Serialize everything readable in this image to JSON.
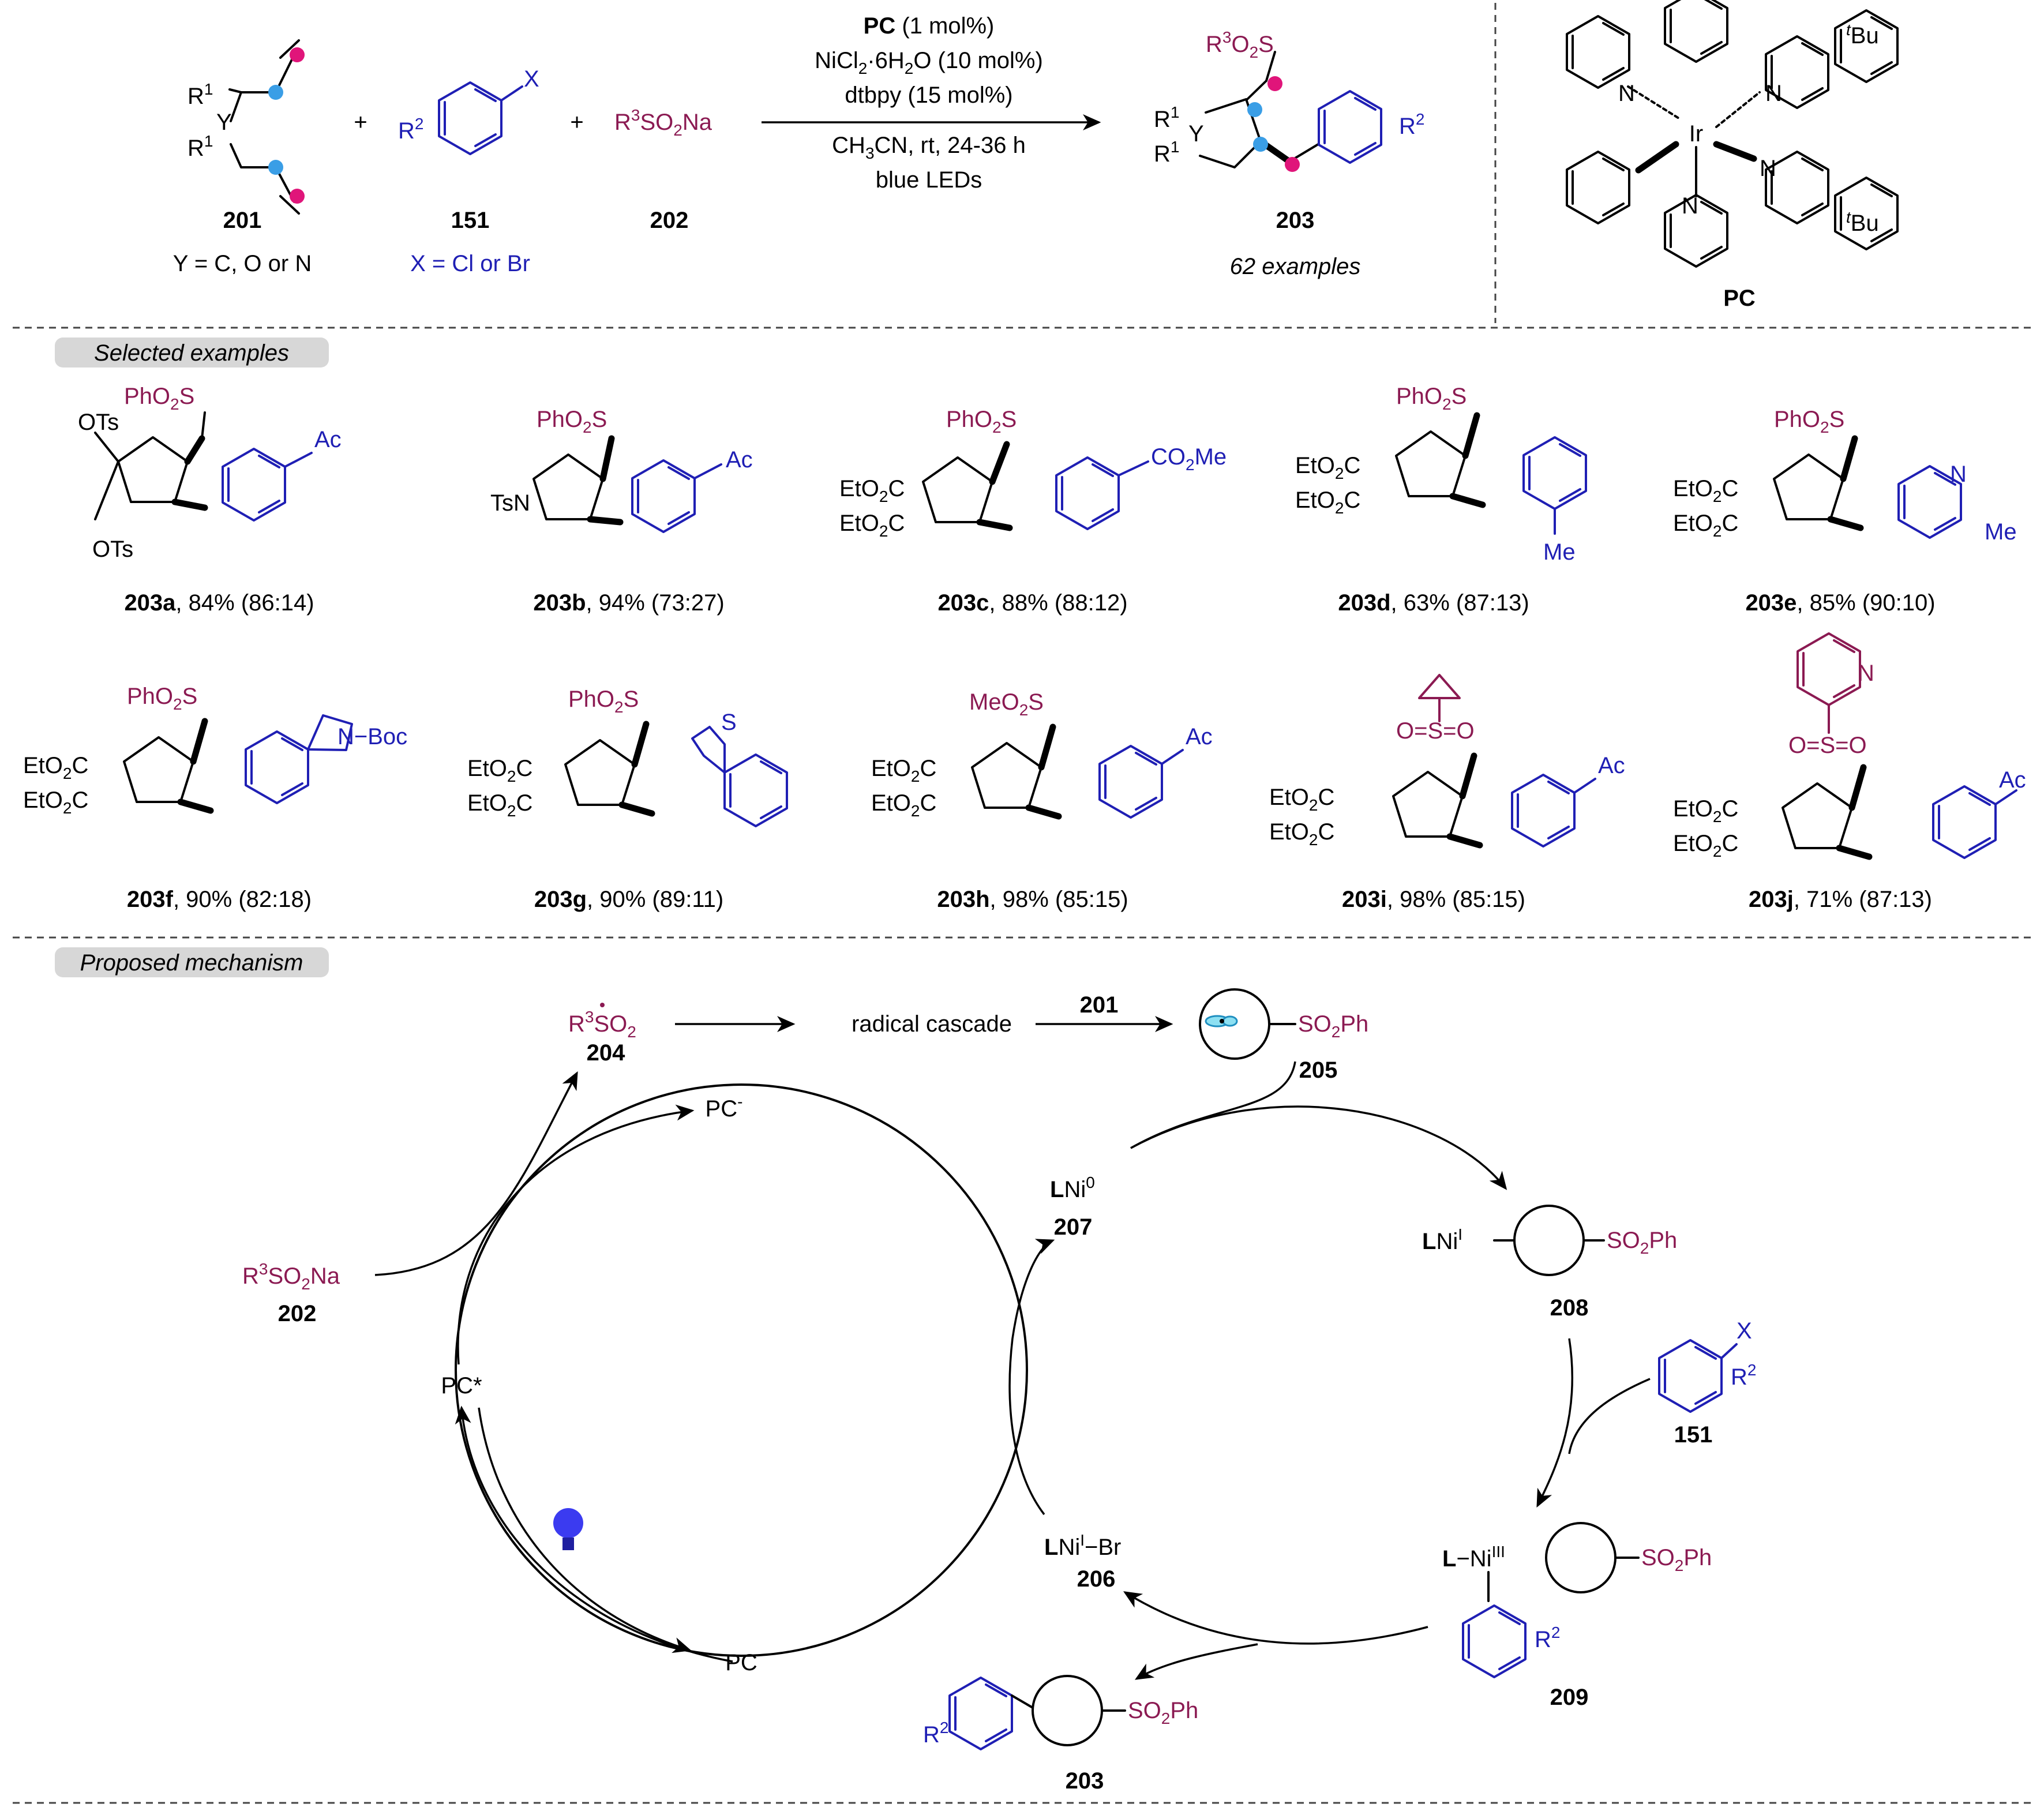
{
  "colors": {
    "magenta": "#8b1a52",
    "blue": "#1f1fb4",
    "dot_magenta": "#e0157a",
    "dot_blue": "#3a9ee6",
    "tag_bg": "#d7d7d7"
  },
  "reaction": {
    "r201": {
      "r1a": "R",
      "r1a_sup": "1",
      "y": "Y",
      "r1b": "R",
      "r1b_sup": "1",
      "num": "201",
      "note": "Y = C, O or N"
    },
    "plus1": "+",
    "r151": {
      "r2": "R",
      "r2_sup": "2",
      "x": "X",
      "num": "151",
      "note": "X = Cl or Br"
    },
    "plus2": "+",
    "r202": {
      "pre": "R",
      "sup": "3",
      "mid": "SO",
      "sub": "2",
      "post": "Na",
      "num": "202"
    },
    "conditions": {
      "pc_bold": "PC",
      "pc_rest": " (1 mol%)",
      "ni_a": "NiCl",
      "ni_sub": "2",
      "ni_b": "·6H",
      "ni_sub2": "2",
      "ni_c": "O (10 mol%)",
      "dtbpy": "dtbpy (15 mol%)",
      "solv_a": "CH",
      "solv_sub": "3",
      "solv_b": "CN, rt, 24-36 h",
      "light": "blue LEDs"
    },
    "p203": {
      "num": "203",
      "examples": "62 examples",
      "r3": "R",
      "r3_sup": "3",
      "o2s": "O",
      "o2s_sub": "2",
      "s": "S",
      "r1": "R",
      "r1_sup": "1",
      "y": "Y",
      "r2": "R",
      "r2_sup": "2"
    },
    "pc_complex": {
      "ir": "Ir",
      "n": "N",
      "tbu_sup": "t",
      "tbu": "Bu",
      "label": "PC"
    }
  },
  "selected": {
    "tag": "Selected examples",
    "items": [
      {
        "id": "203a",
        "rest": ", 84% (86:14)"
      },
      {
        "id": "203b",
        "rest": ", 94% (73:27)"
      },
      {
        "id": "203c",
        "rest": ", 88% (88:12)"
      },
      {
        "id": "203d",
        "rest": ", 63% (87:13)"
      },
      {
        "id": "203e",
        "rest": ", 85% (90:10)"
      },
      {
        "id": "203f",
        "rest": ", 90% (82:18)"
      },
      {
        "id": "203g",
        "rest": ", 90% (89:11)"
      },
      {
        "id": "203h",
        "rest": ", 98% (85:15)"
      },
      {
        "id": "203i",
        "rest": ", 98% (85:15)"
      },
      {
        "id": "203j",
        "rest": ", 71% (87:13)"
      }
    ],
    "labels": {
      "phso2s": "PhO",
      "sub2": "2",
      "s": "S",
      "meo2s": "MeO",
      "otos": "OTs",
      "ac": "Ac",
      "tsn": "TsN",
      "co2me_a": "CO",
      "co2me_b": "Me",
      "eto2c_a": "EtO",
      "eto2c_b": "C",
      "me": "Me",
      "n": "N",
      "boc": "N−Boc",
      "sulfur": "S",
      "o": "O",
      "so2": "S"
    }
  },
  "mechanism": {
    "tag": "Proposed mechanism",
    "r3so2": {
      "pre": "R",
      "sup": "3",
      "mid": "SO",
      "sub": "2",
      "num": "204"
    },
    "radical_cascade": "radical cascade",
    "arrow_label_201": "201",
    "so2ph": {
      "a": "SO",
      "sub": "2",
      "b": "Ph"
    },
    "n205": "205",
    "pc_minus": {
      "a": "PC",
      "sup": "-"
    },
    "pc_star": "PC*",
    "pc": "PC",
    "r202": {
      "pre": "R",
      "sup": "3",
      "mid": "SO",
      "sub": "2",
      "post": "Na",
      "num": "202"
    },
    "lni0": {
      "l": "L",
      "ni": "Ni",
      "sup": "0",
      "num": "207"
    },
    "lni1": {
      "l": "L",
      "ni": "Ni",
      "sup": "I",
      "num": "208"
    },
    "lni1br": {
      "l": "L",
      "ni": "Ni",
      "sup": "I",
      "br": "Br",
      "num": "206"
    },
    "lni3": {
      "l": "L",
      "ni": "Ni",
      "sup": "III",
      "num": "209"
    },
    "ar151": {
      "x": "X",
      "r": "R",
      "sup": "2",
      "num": "151"
    },
    "r2": {
      "r": "R",
      "sup": "2"
    },
    "n203": "203"
  }
}
